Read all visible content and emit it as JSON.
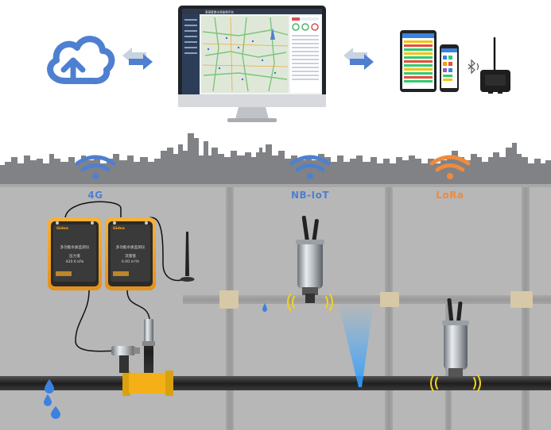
{
  "networks": [
    {
      "id": "4g",
      "label": "4G",
      "color": "#4f7fd0"
    },
    {
      "id": "nbiot",
      "label": "NB-IoT",
      "color": "#4f7fd0"
    },
    {
      "id": "lora",
      "label": "LoRa",
      "color": "#f08a3c"
    }
  ],
  "colors": {
    "sky": "#ffffff",
    "skyline": "#808285",
    "ground": "#b7b7b7",
    "cloud": "#4f7fd0",
    "arrow_blue": "#4f7fd0",
    "arrow_grey": "#c9d3df",
    "device_body": "#f5a623",
    "pipe_main": "#2b2b2b",
    "fitting": "#f4b016",
    "leak_spray": "#4fb3ff"
  },
  "icons": {
    "cloud": "cloud-upload-icon",
    "sync_left": "sync-arrows-icon",
    "sync_right": "sync-arrows-icon",
    "monitor": "monitor-dashboard-icon",
    "tablet": "tablet-icon",
    "phone": "smartphone-icon",
    "bluetooth": "bluetooth-icon",
    "gateway": "gateway-antenna-icon",
    "signal": "wifi-signal-icon",
    "vibration": "vibration-waves-icon",
    "water_drop": "water-drop-icon"
  },
  "devices": {
    "logger_left": {
      "brand": "Gidea",
      "title": "多功能水质监测仪",
      "line1": "压力值",
      "line2": "420.6 kPa"
    },
    "logger_right": {
      "brand": "Gidea",
      "title": "多功能水质监测仪",
      "line1": "流量值",
      "line2": "0.00 m³/h"
    }
  },
  "monitor": {
    "title": "某某智慧水务监测平台"
  }
}
